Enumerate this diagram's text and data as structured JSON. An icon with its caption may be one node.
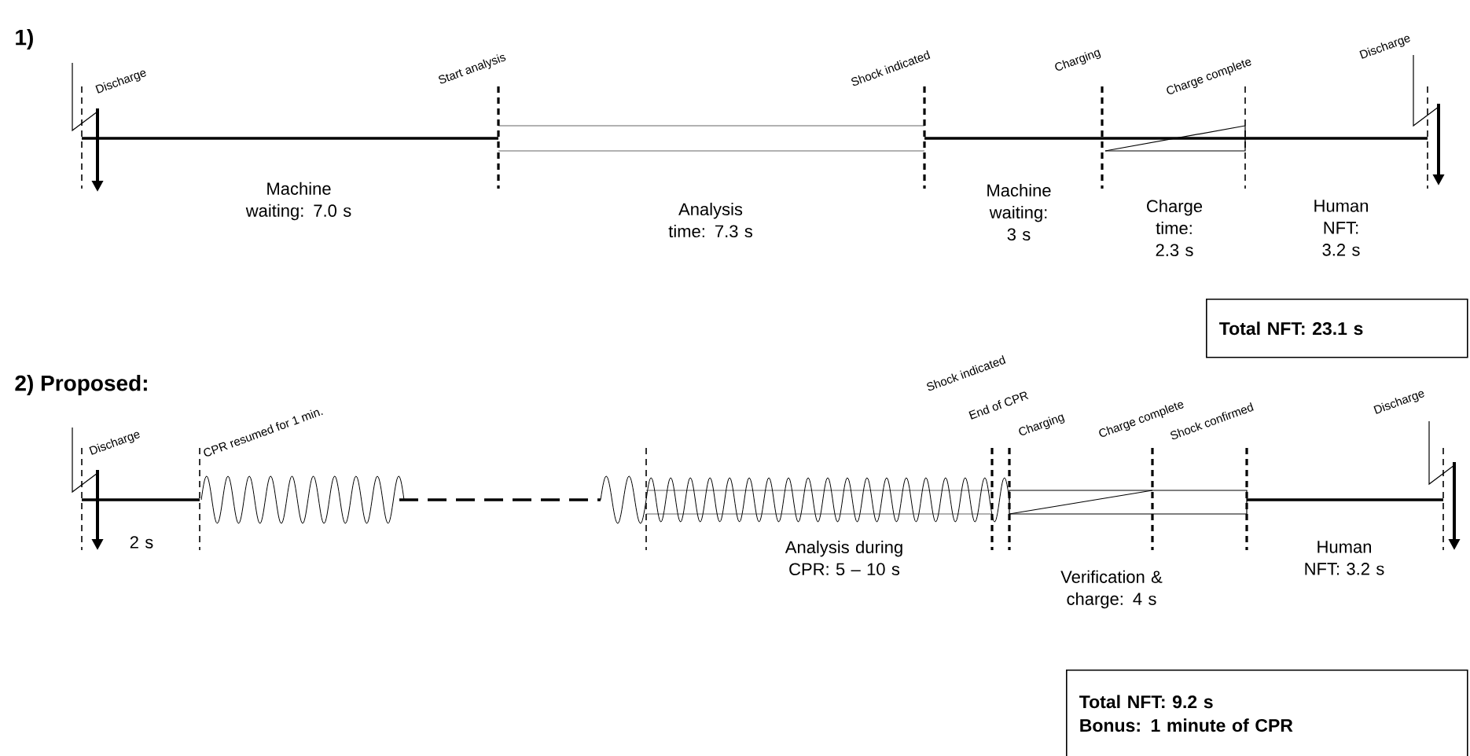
{
  "diagram": {
    "nodes": [
      {
        "text": [
          "Total NFT: 23.1 s"
        ]
      },
      {
        "text": [
          "Total NFT: 9.2 s",
          "Bonus: 1 minute of CPR"
        ]
      }
    ],
    "labels": [
      "1)",
      "Discharge",
      "Start analysis",
      "Shock indicated",
      "Charging",
      "Charge complete",
      "Discharge",
      "Machine waiting: 7.0 s",
      "Analysis time: 7.3 s",
      "Machine waiting: 3 s",
      "Charge time: 2.3 s",
      "Human NFT: 3.2 s",
      "2) Proposed:",
      "Discharge",
      "CPR resumed for 1 min.",
      "Shock indicated",
      "End of CPR",
      "Charging",
      "Charge complete",
      "Shock confirmed",
      "Discharge",
      "2 s",
      "Analysis during CPR: 5 – 10 s",
      "Verification & charge: 4 s",
      "Human NFT: 3.2 s"
    ]
  }
}
